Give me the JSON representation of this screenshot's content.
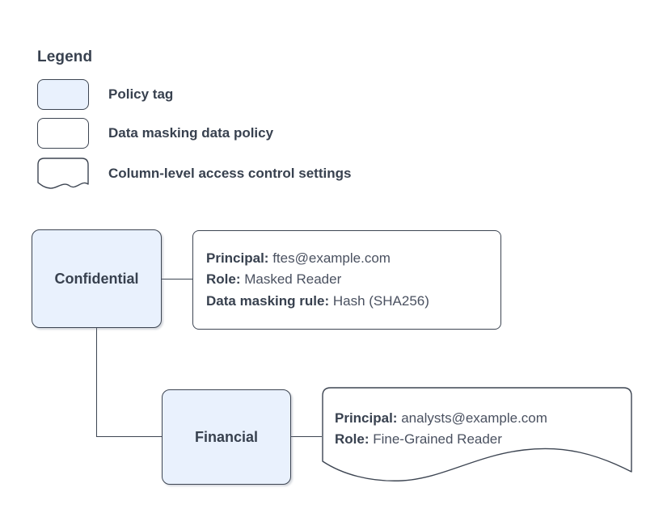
{
  "legend": {
    "title": "Legend",
    "items": [
      {
        "shape": "rounded-rect-filled",
        "label": "Policy tag"
      },
      {
        "shape": "rounded-rect",
        "label": "Data masking data policy"
      },
      {
        "shape": "document-wavy",
        "label": "Column-level access control settings"
      }
    ]
  },
  "diagram": {
    "nodes": [
      {
        "id": "confidential",
        "label": "Confidential"
      },
      {
        "id": "financial",
        "label": "Financial"
      }
    ],
    "policy_box": {
      "lines": [
        {
          "key": "Principal:",
          "value": "ftes@example.com"
        },
        {
          "key": "Role:",
          "value": "Masked Reader"
        },
        {
          "key": "Data masking rule:",
          "value": "Hash (SHA256)"
        }
      ]
    },
    "settings_box": {
      "lines": [
        {
          "key": "Principal:",
          "value": "analysts@example.com"
        },
        {
          "key": "Role:",
          "value": "Fine-Grained Reader"
        }
      ]
    }
  },
  "colors": {
    "tag_fill": "#e9f1fd",
    "stroke": "#3d4552",
    "text": "#38414f",
    "value_text": "#4a5160",
    "background": "#ffffff"
  }
}
